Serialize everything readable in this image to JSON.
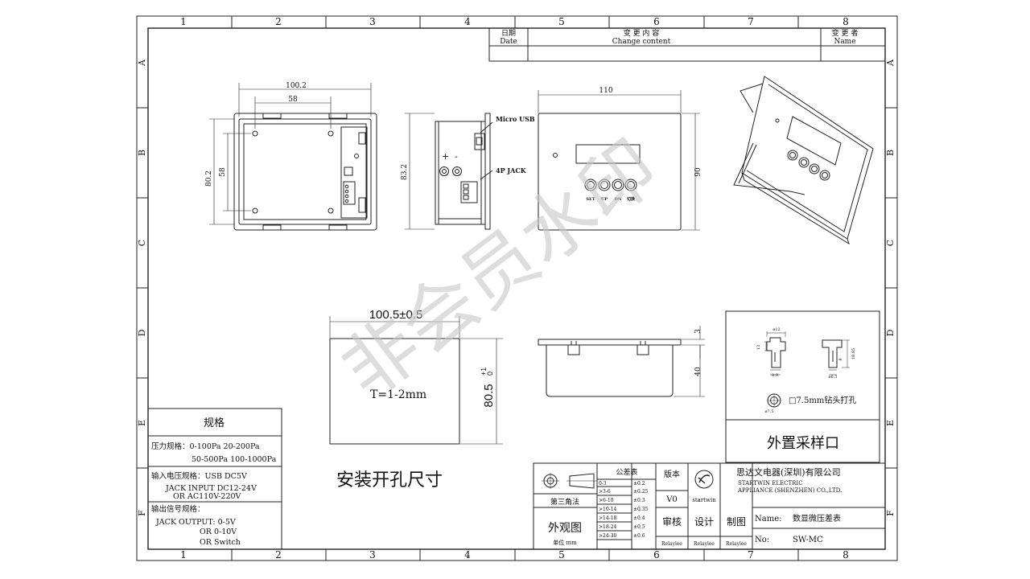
{
  "grid": {
    "columns": [
      "1",
      "2",
      "3",
      "4",
      "5",
      "6",
      "7",
      "8"
    ],
    "rows": [
      "A",
      "B",
      "C",
      "D",
      "E",
      "F"
    ]
  },
  "revision": {
    "date_cn": "日期",
    "date_en": "Date",
    "change_cn": "变 更 内 容",
    "change_en": "Change content",
    "by_cn": "变 更 者",
    "by_en": "Name"
  },
  "dims": {
    "back_width": "100.2",
    "back_holes_w": "58",
    "back_height": "80.2",
    "back_holes_h": "58",
    "side_height": "83.2",
    "front_width": "110",
    "front_height": "90",
    "cutout_width": "100.5±0.5",
    "cutout_height": "80.5",
    "cutout_tol_plus": "+1",
    "cutout_tol_minus": "0",
    "thickness": "T=1-2mm",
    "bottom_flange": "3",
    "bottom_height": "40",
    "port_dia": "ø12",
    "port_h1": "13",
    "port_w1": "8.9",
    "port_h2": "18.85",
    "port_h3": "8",
    "port_w2": "ø6.3",
    "port_hole": "ø7.5"
  },
  "labels": {
    "micro_usb": "Micro USB",
    "jack_4p": "4P JACK",
    "plus": "+",
    "minus": "-",
    "buttons": [
      "SET",
      "UP",
      "DN",
      "切换"
    ],
    "cutout_title": "安装开孔尺寸",
    "drill_note": "□7.5mm钻头打孔",
    "sampling_title": "外置采样口",
    "watermark": "非会员水印"
  },
  "specs": {
    "title": "规格",
    "pressure_label": "压力规格：0-100Pa  20-200Pa",
    "pressure_line2": "50-500Pa 100-1000Pa",
    "voltage_label": "输入电压规格：USB  DC5V",
    "voltage_line2": "JACK INPUT DC12-24V",
    "voltage_line3": "OR  AC110V-220V",
    "output_label": "输出信号规格：",
    "output_line2": "JACK OUTPUT:    0-5V",
    "output_line3": "OR  0-10V",
    "output_line4": "OR Switch"
  },
  "title_block": {
    "projection": "第三角法",
    "view_name": "外观图",
    "unit_label": "单位 mm",
    "tolerance_title": "公差表",
    "tolerance_ranges": [
      "0-3",
      ">3-6",
      ">6-10",
      ">10-14",
      ">14-18",
      ">18-24",
      ">24-30"
    ],
    "tolerance_values": [
      "±0.2",
      "±0.25",
      "±0.3",
      "±0.35",
      "±0.4",
      "±0.5",
      "±0.6"
    ],
    "version_label": "版本",
    "version": "V0",
    "review_label": "审核",
    "design_label": "设计",
    "drawing_label": "制图",
    "reviewer": "Relaylee",
    "designer": "Relaylee",
    "drafter": "Relaylee",
    "logo_text": "startwin",
    "company_cn": "思达文电器(深圳)有限公司",
    "company_en1": "STARTWIN   ELECTRIC",
    "company_en2": "APPLIANCE  (SHENZHEN) CO.,LTD.",
    "name_label": "Name:",
    "name_value": "数显微压差表",
    "no_label": "No:",
    "no_value": "SW-MC"
  }
}
